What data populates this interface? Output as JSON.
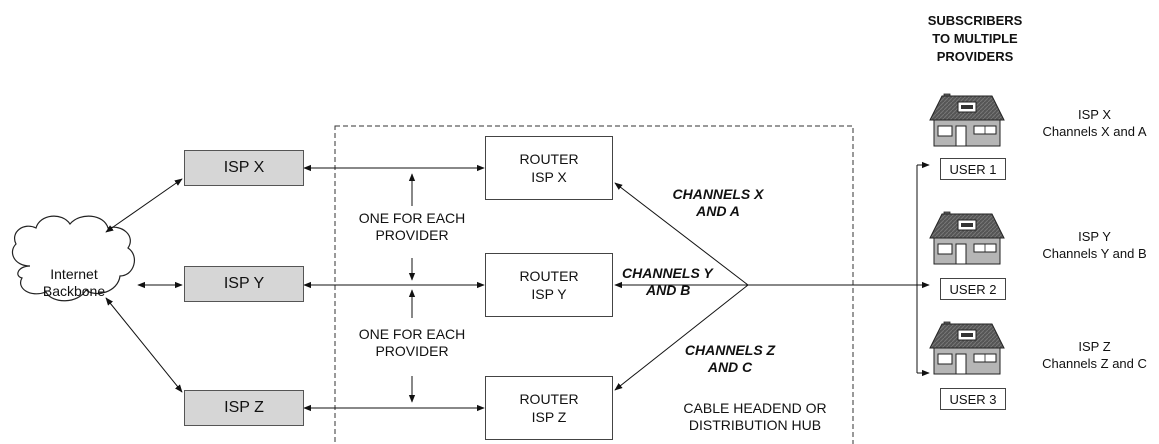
{
  "internet_backbone": {
    "line1": "Internet",
    "line2": "Backbone"
  },
  "isps": [
    {
      "label": "ISP X"
    },
    {
      "label": "ISP Y"
    },
    {
      "label": "ISP Z"
    }
  ],
  "routers": [
    {
      "line1": "ROUTER",
      "line2": "ISP X"
    },
    {
      "line1": "ROUTER",
      "line2": "ISP Y"
    },
    {
      "line1": "ROUTER",
      "line2": "ISP Z"
    }
  ],
  "one_for_each": [
    {
      "line1": "ONE FOR EACH",
      "line2": "PROVIDER"
    },
    {
      "line1": "ONE FOR EACH",
      "line2": "PROVIDER"
    }
  ],
  "channels": [
    {
      "line1": "CHANNELS X",
      "line2": "AND A"
    },
    {
      "line1": "CHANNELS Y",
      "line2": "AND B"
    },
    {
      "line1": "CHANNELS Z",
      "line2": "AND C"
    }
  ],
  "headend": {
    "line1": "CABLE HEADEND OR",
    "line2": "DISTRIBUTION HUB"
  },
  "subscribers_title": {
    "line1": "SUBSCRIBERS",
    "line2": "TO MULTIPLE",
    "line3": "PROVIDERS"
  },
  "users": [
    {
      "label": "USER 1",
      "isp": "ISP X",
      "channels": "Channels X and A"
    },
    {
      "label": "USER 2",
      "isp": "ISP Y",
      "channels": "Channels Y and B"
    },
    {
      "label": "USER 3",
      "isp": "ISP Z",
      "channels": "Channels Z and C"
    }
  ]
}
